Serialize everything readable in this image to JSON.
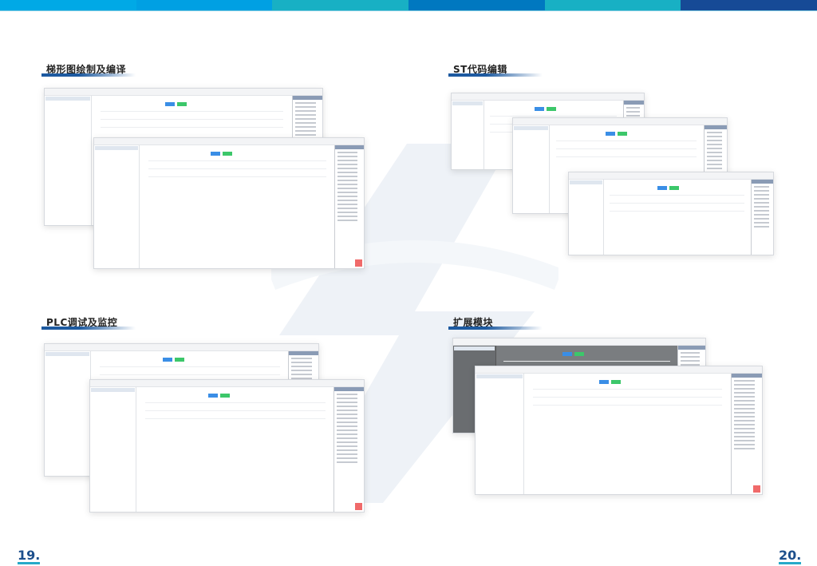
{
  "top_band_colors": [
    "#00a9e6",
    "#00a0e3",
    "#18b0c4",
    "#0078c0",
    "#18b0c4",
    "#164a96"
  ],
  "sections": [
    {
      "title": "梯形图绘制及编译"
    },
    {
      "title": "ST代码编辑"
    },
    {
      "title": "PLC调试及监控"
    },
    {
      "title": "扩展模块"
    }
  ],
  "page_numbers": {
    "left": "19.",
    "right": "20."
  },
  "accent": "#1d5aa0"
}
